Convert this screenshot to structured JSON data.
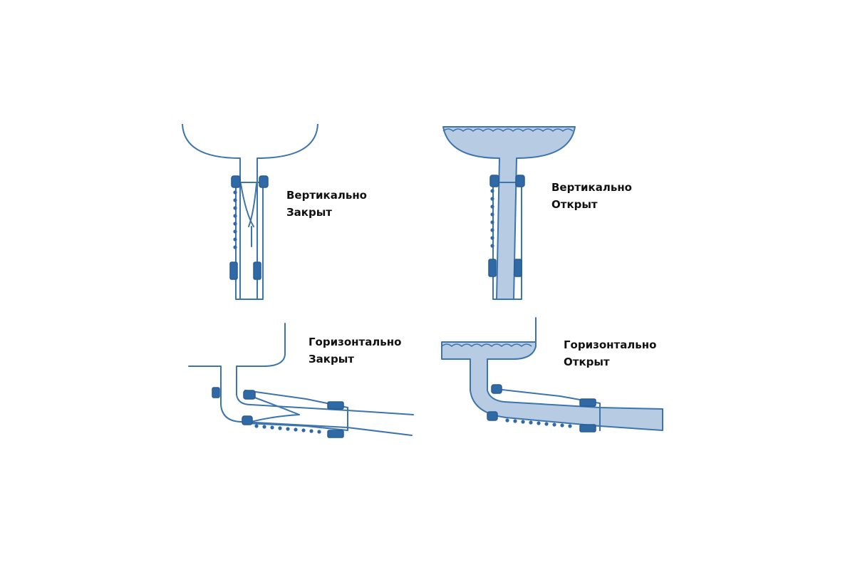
{
  "colors": {
    "outline": "#3c74ae",
    "water": "#b7cce2",
    "clamp": "#2f6aa6",
    "text": "#111111",
    "background": "#ffffff"
  },
  "panels": {
    "vertical_closed": {
      "line1": "Вертикально",
      "line2": "Закрыт",
      "state": "closed",
      "water_fill": 0
    },
    "vertical_open": {
      "line1": "Вертикально",
      "line2": "Открыт",
      "state": "open",
      "water_fill": 1
    },
    "horizontal_closed": {
      "line1": "Горизонтально",
      "line2": "Закрыт",
      "state": "closed",
      "water_fill": 0
    },
    "horizontal_open": {
      "line1": "Горизонтально",
      "line2": "Открыт",
      "state": "open",
      "water_fill": 1
    }
  }
}
